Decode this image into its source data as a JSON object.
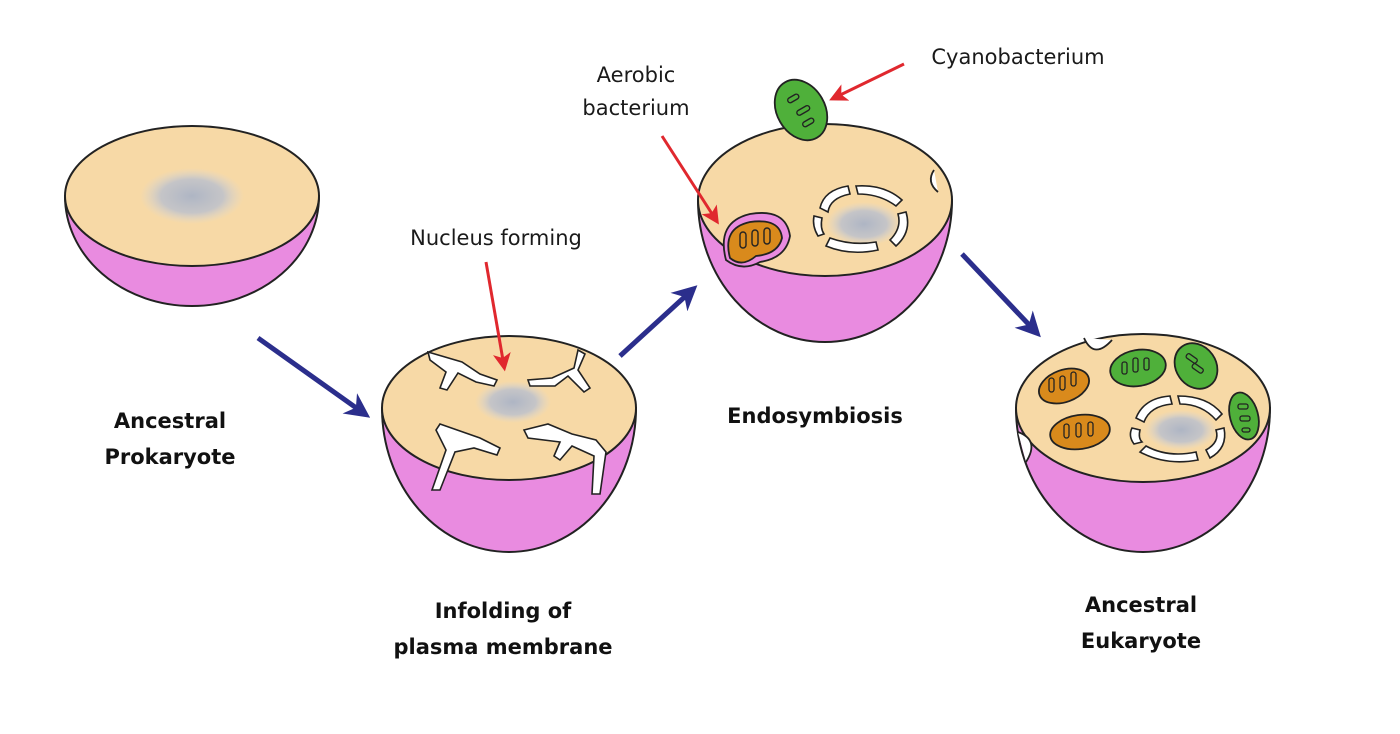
{
  "stages": [
    {
      "id": "prokaryote",
      "label_line1": "Ancestral",
      "label_line2": "Prokaryote"
    },
    {
      "id": "infolding",
      "label_line1": "Infolding of",
      "label_line2": "plasma membrane"
    },
    {
      "id": "endosymbiosis",
      "label_line1": "Endosymbiosis"
    },
    {
      "id": "eukaryote",
      "label_line1": "Ancestral",
      "label_line2": "Eukaryote"
    }
  ],
  "annotations": {
    "nucleus_forming": "Nucleus forming",
    "aerobic_line1": "Aerobic",
    "aerobic_line2": "bacterium",
    "cyanobacterium": "Cyanobacterium"
  },
  "colors": {
    "cytoplasm": "#f7d9a6",
    "membrane": "#e98be0",
    "outline": "#222222",
    "nucleus": "#b9bfcc",
    "process_arrow": "#2b2e8c",
    "pointer_arrow": "#e0282e",
    "mitochondrion": "#d98a1c",
    "chloroplast": "#4fb03a"
  }
}
